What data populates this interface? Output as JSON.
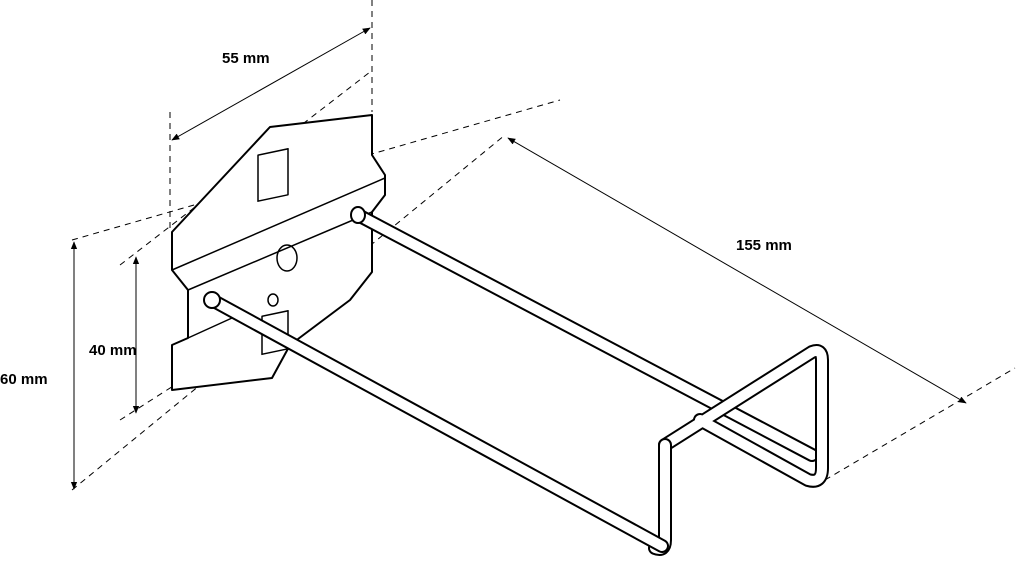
{
  "dimensions": {
    "width_label": "55 mm",
    "length_label": "155 mm",
    "inner_height_label": "40 mm",
    "outer_height_label": "60 mm"
  }
}
